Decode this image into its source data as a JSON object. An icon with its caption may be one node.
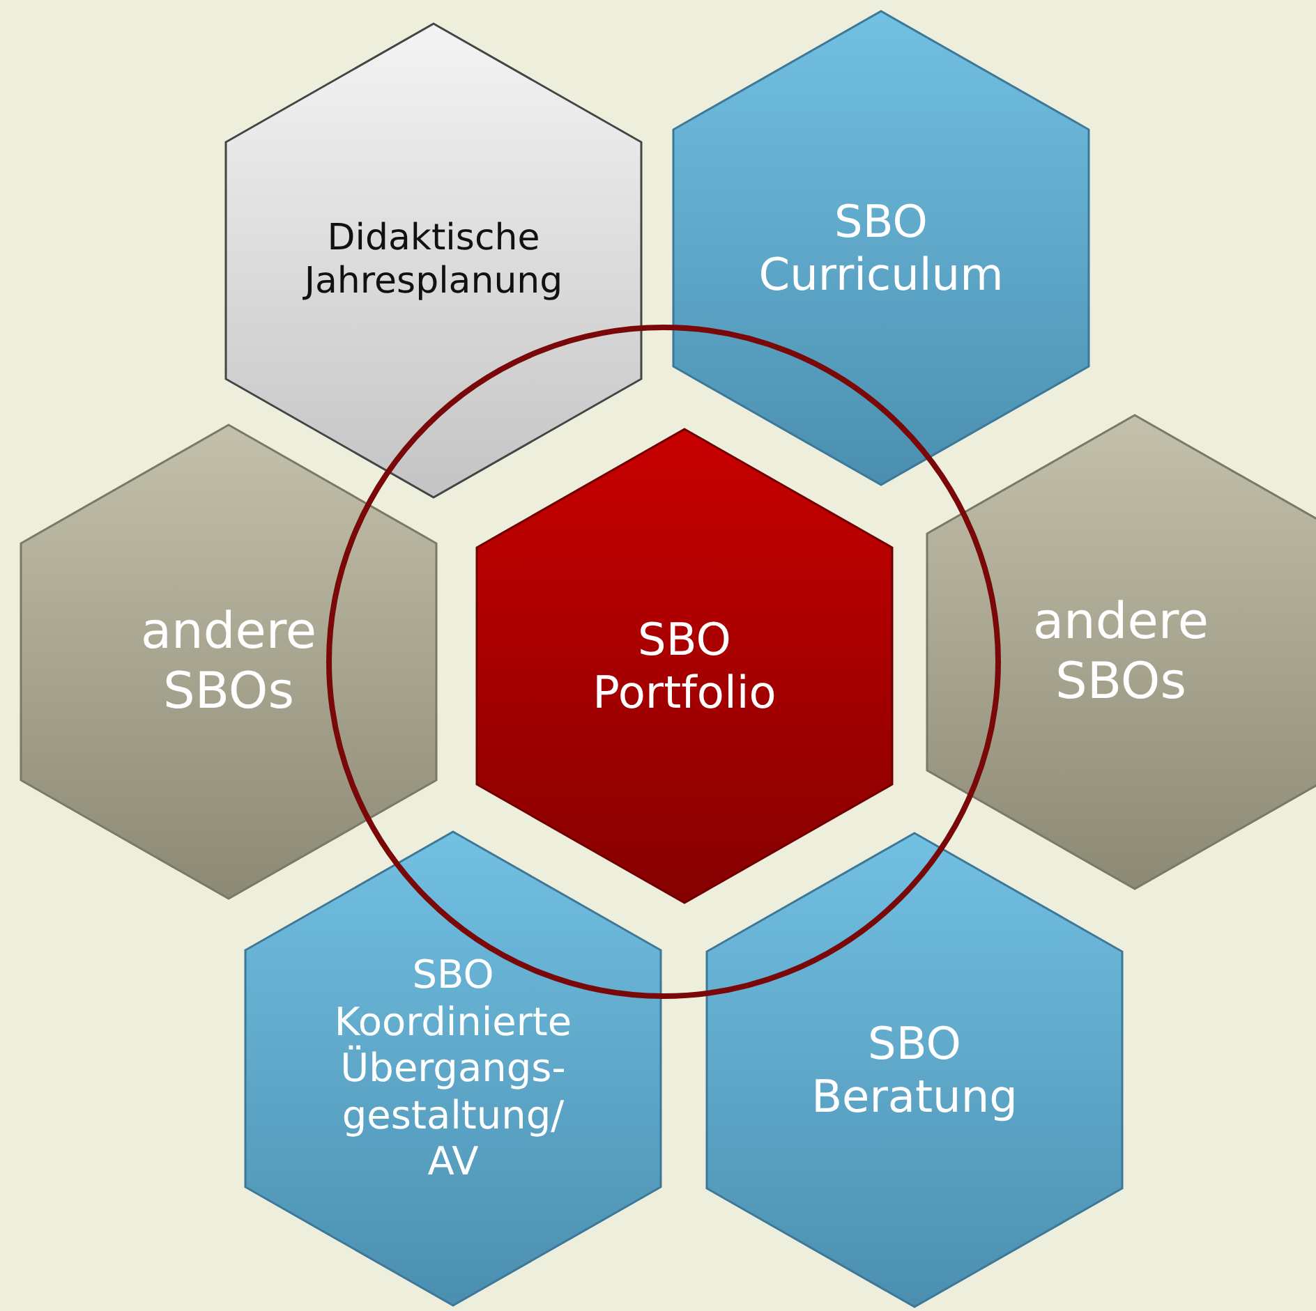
{
  "diagram": {
    "nodes": [
      {
        "text": [
          "Didaktische Jahresplanung"
        ]
      },
      {
        "text": [
          "SBO Curriculum"
        ]
      },
      {
        "text": [
          "andere SBOs"
        ]
      },
      {
        "text": [],
        "shape": "circle"
      },
      {
        "text": [
          "SBO Portfolio"
        ],
        "in": 3
      },
      {
        "text": [
          "andere SBOs"
        ]
      },
      {
        "text": [
          "SBO Koordinierte Übergangs- gestaltung/ AV"
        ]
      },
      {
        "text": [
          "SBO Beratung"
        ]
      }
    ]
  }
}
